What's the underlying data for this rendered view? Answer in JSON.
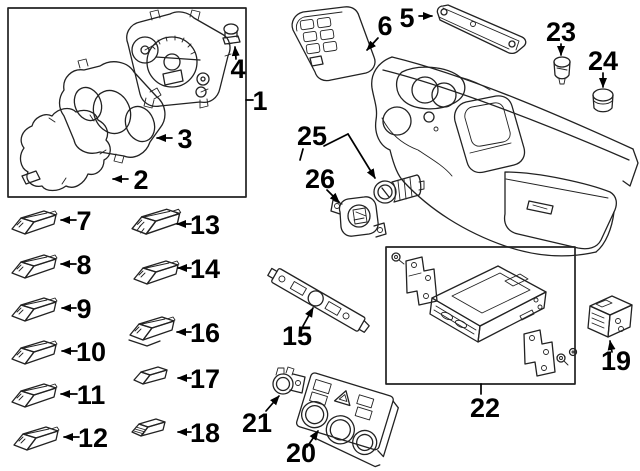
{
  "diagram": {
    "callouts": {
      "c1": "1",
      "c2": "2",
      "c3": "3",
      "c4": "4",
      "c5": "5",
      "c6": "6",
      "c7": "7",
      "c8": "8",
      "c9": "9",
      "c10": "10",
      "c11": "11",
      "c12": "12",
      "c13": "13",
      "c14": "14",
      "c15": "15",
      "c16": "16",
      "c17": "17",
      "c18": "18",
      "c19": "19",
      "c20": "20",
      "c21": "21",
      "c22": "22",
      "c23": "23",
      "c24": "24",
      "c25": "25",
      "c26": "26"
    },
    "colors": {
      "background": "#ffffff",
      "line": "#222222",
      "label": "#000000"
    }
  }
}
